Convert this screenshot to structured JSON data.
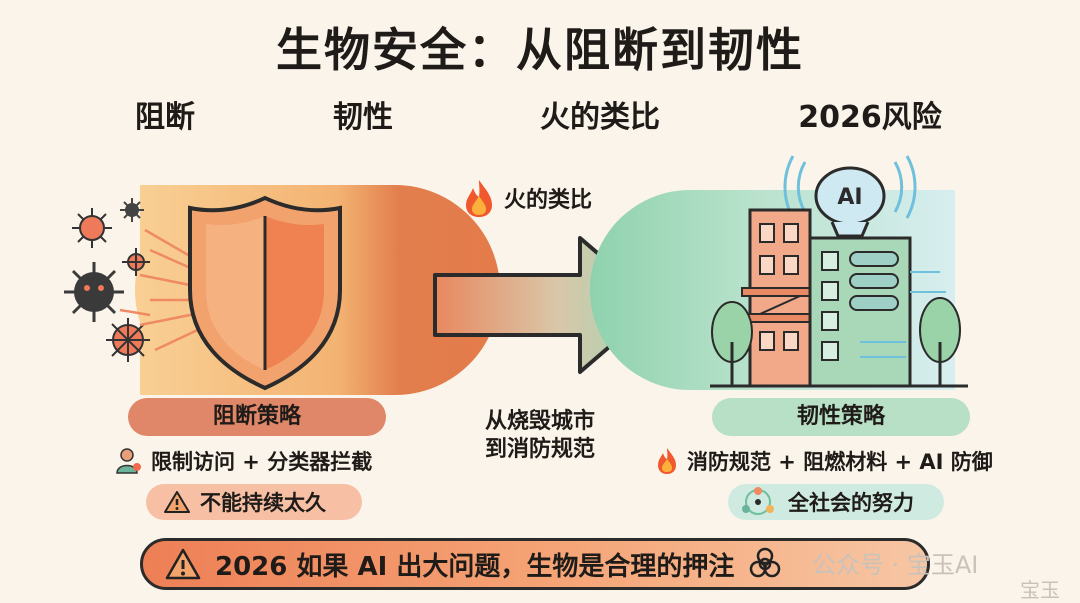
{
  "title": "生物安全：从阻断到韧性",
  "columns": {
    "col1": "阻断",
    "col2": "韧性",
    "col3": "火的类比",
    "col4": "2026风险"
  },
  "left": {
    "strategy": "阻断策略",
    "item": "限制访问 + 分类器拦截",
    "warning": "不能持续太久"
  },
  "center": {
    "fire_label": "火的类比",
    "line1": "从烧毁城市",
    "line2": "到消防规范"
  },
  "right": {
    "ai_label": "AI",
    "strategy": "韧性策略",
    "item": "消防规范 + 阻燃材料 + AI 防御",
    "community": "全社会的努力"
  },
  "bottom": {
    "text": "2026 如果 AI 出大问题，生物是合理的押注"
  },
  "watermark": {
    "line1": "公众号 · 宝玉AI",
    "line2": "宝玉"
  },
  "colors": {
    "orange": "#e47b4a",
    "green": "#8fd2ae",
    "background": "#fbf4ea"
  }
}
